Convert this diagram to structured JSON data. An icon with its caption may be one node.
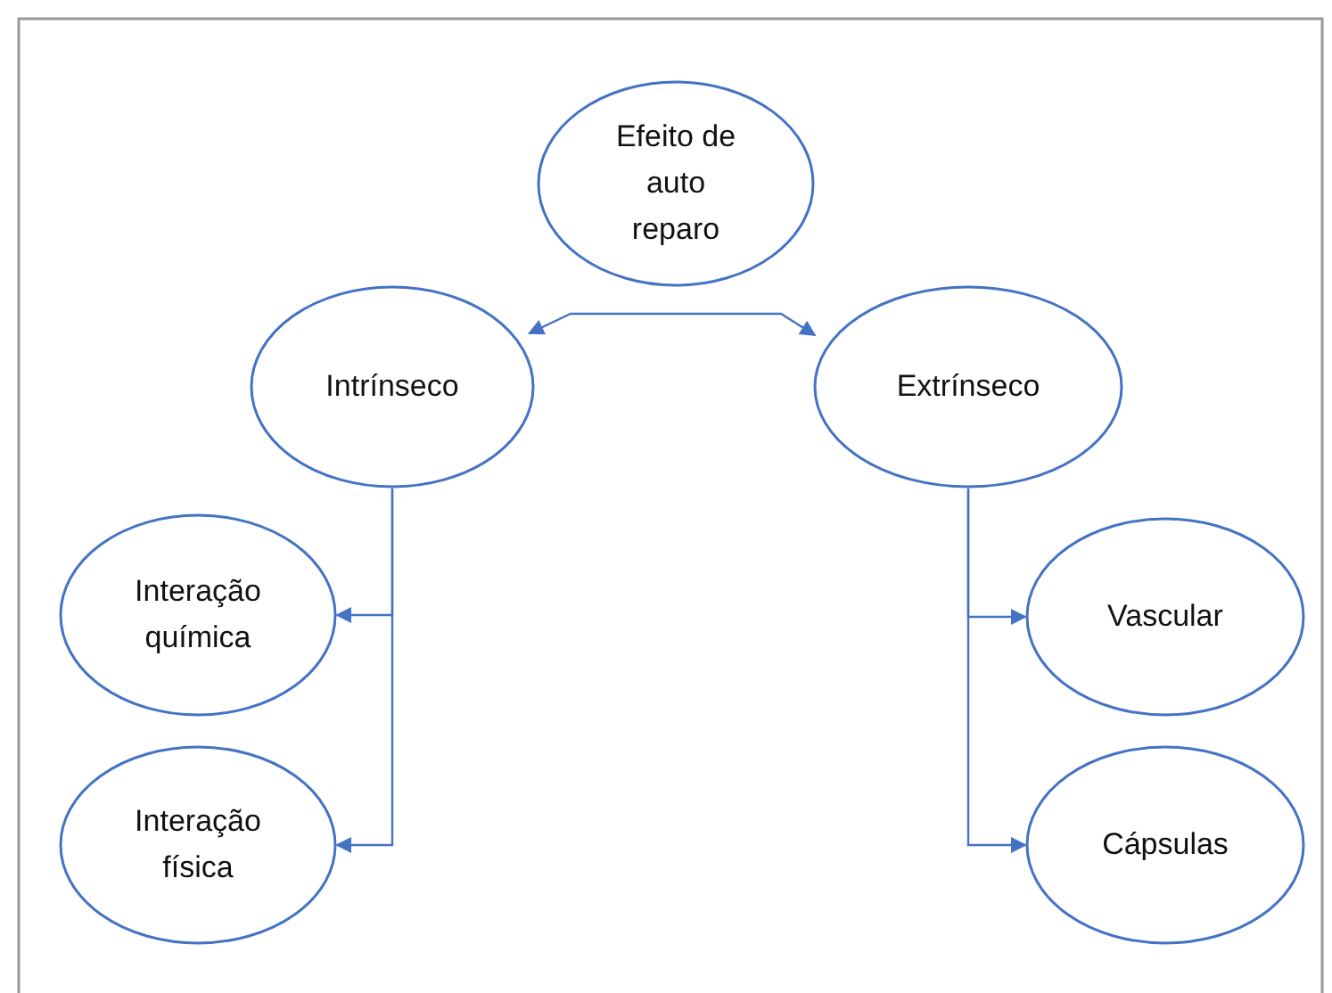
{
  "diagram": {
    "nodes": [
      {
        "text": [
          "Efeito de auto reparo"
        ]
      },
      {
        "text": [
          "Intrínseco"
        ]
      },
      {
        "text": [
          "Extrínseco"
        ]
      },
      {
        "text": [
          "Interação química"
        ]
      },
      {
        "text": [
          "Interação física"
        ]
      },
      {
        "text": [
          "Vascular"
        ]
      },
      {
        "text": [
          "Cápsulas"
        ]
      }
    ],
    "edges": [
      {
        "from": 1,
        "to": 2,
        "arrow": "both"
      },
      {
        "from": 1,
        "to": 3,
        "arrow": "to"
      },
      {
        "from": 1,
        "to": 4,
        "arrow": "to"
      },
      {
        "from": 2,
        "to": 5,
        "arrow": "to"
      },
      {
        "from": 2,
        "to": 6,
        "arrow": "to"
      }
    ]
  }
}
